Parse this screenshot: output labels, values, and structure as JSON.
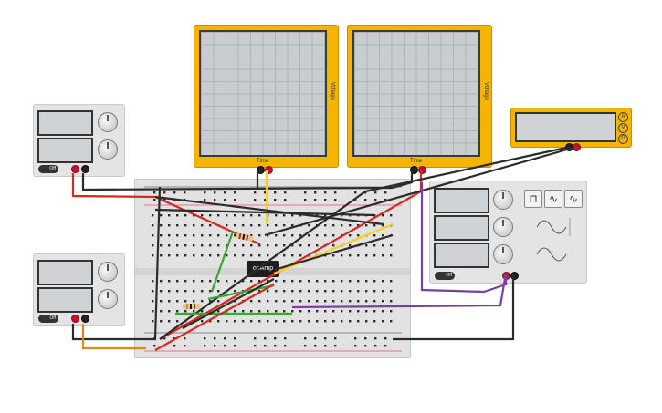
{
  "power_supply_top": {
    "on_label": "Off"
  },
  "power_supply_bottom": {
    "on_label": "Off"
  },
  "scope_left": {
    "x_label": "Time",
    "y_label": "Voltage"
  },
  "scope_right": {
    "x_label": "Time",
    "y_label": "Voltage"
  },
  "multimeter": {
    "modes": [
      "A",
      "V",
      "Ω"
    ]
  },
  "function_generator": {
    "on_label": "Off",
    "waves": [
      "square",
      "sine",
      "triangle"
    ]
  },
  "opamp": {
    "label": "opAmp"
  },
  "colors": {
    "wire_red": "#d62a20",
    "wire_black": "#2b2b2b",
    "wire_green": "#37a632",
    "wire_yellow": "#f2d21a",
    "wire_orange": "#e08a1e",
    "wire_purple": "#7b3fa3",
    "instrument_yellow": "#f4b400"
  }
}
